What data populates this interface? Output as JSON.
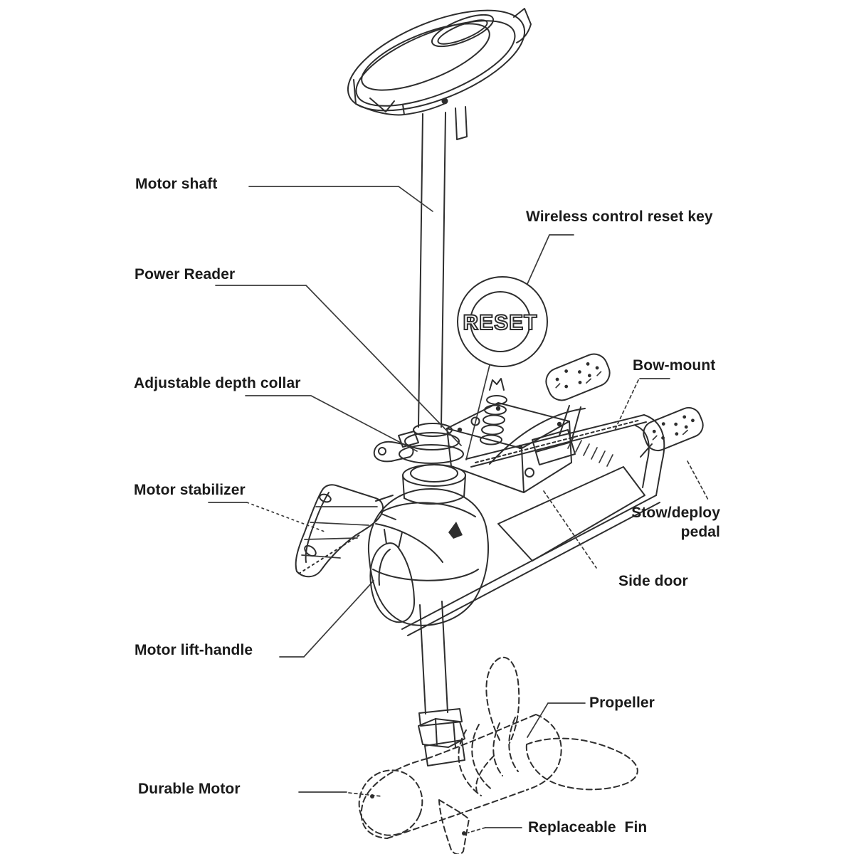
{
  "figure": {
    "type": "technical-line-diagram",
    "subject": "bow-mount trolling motor parts diagram",
    "background_color": "#ffffff",
    "ink_color": "#2e2e2e",
    "text_color": "#1a1a1a",
    "reset_button_text": "RESET",
    "labels": {
      "motor_shaft": "Motor shaft",
      "wireless_reset": "Wireless control reset key",
      "power_reader": "Power Reader",
      "depth_collar": "Adjustable depth collar",
      "bow_mount": "Bow-mount",
      "motor_stabilizer": "Motor stabilizer",
      "stow_deploy_line1": "Stow/deploy",
      "stow_deploy_line2": "pedal",
      "side_door": "Side door",
      "lift_handle": "Motor lift-handle",
      "propeller": "Propeller",
      "durable_motor": "Durable Motor",
      "replaceable_fin": "Replaceable  Fin"
    }
  }
}
